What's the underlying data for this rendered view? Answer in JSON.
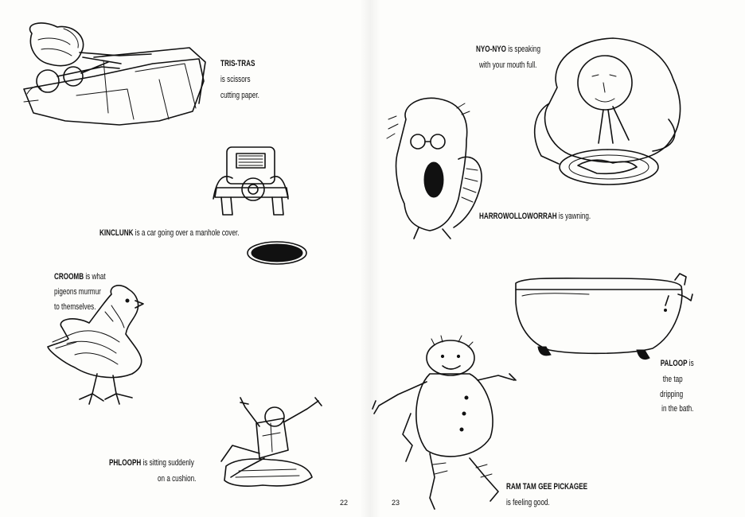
{
  "pages": {
    "left_number": "22",
    "right_number": "23"
  },
  "entries": {
    "tris_tras": {
      "word": "TRIS-TRAS",
      "lines": [
        "is scissors",
        "cutting paper."
      ]
    },
    "kinclunk": {
      "word": "KINCLUNK",
      "rest": " is a car going over a manhole cover."
    },
    "croomb": {
      "word": "CROOMB",
      "rest": " is what",
      "lines": [
        "pigeons murmur",
        "to themselves."
      ]
    },
    "phlooph": {
      "word": "PHLOOPH",
      "rest": " is sitting suddenly",
      "lines": [
        "on a cushion."
      ]
    },
    "nyo_nyo": {
      "word": "NYO-NYO",
      "rest": " is speaking",
      "lines": [
        "with your mouth full."
      ]
    },
    "harrowolloworrah": {
      "word": "HARROWOLLOWORRAH",
      "rest": " is yawning."
    },
    "paloop": {
      "word": "PALOOP",
      "rest": " is",
      "lines": [
        "the tap",
        "dripping",
        "in the bath."
      ]
    },
    "ram_tam_gee_pickagee": {
      "word": "RAM TAM GEE PICKAGEE",
      "lines": [
        "is feeling good."
      ]
    }
  },
  "colors": {
    "ink": "#111111",
    "paper": "#fdfdfb"
  }
}
